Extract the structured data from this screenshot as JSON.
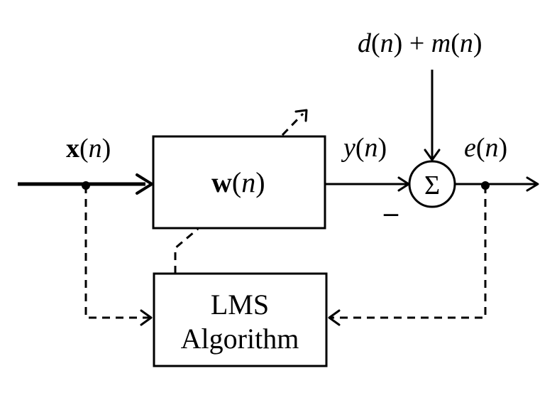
{
  "input_label": {
    "bold": "x",
    "paren_open": "(",
    "var": "n",
    "paren_close": ")"
  },
  "filter_block": {
    "bold": "w",
    "paren_open": "(",
    "var": "n",
    "paren_close": ")"
  },
  "output_label": {
    "fn": "y",
    "paren_open": "(",
    "var": "n",
    "paren_close": ")"
  },
  "desired_label": {
    "fn1": "d",
    "open1": "(",
    "var1": "n",
    "close1": ")",
    "plus": " + ",
    "fn2": "m",
    "open2": "(",
    "var2": "n",
    "close2": ")"
  },
  "error_label": {
    "fn": "e",
    "paren_open": "(",
    "var": "n",
    "paren_close": ")"
  },
  "summer": {
    "symbol": "Σ",
    "minus_sign": "–"
  },
  "lms_block": {
    "line1": "LMS",
    "line2": "Algorithm"
  }
}
